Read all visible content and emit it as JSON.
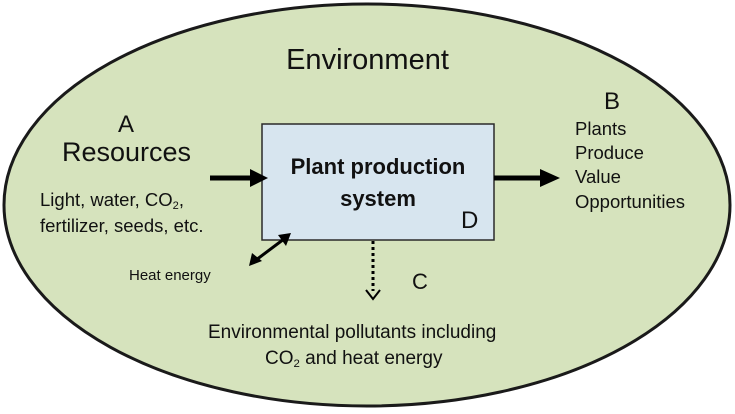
{
  "environment": {
    "title": "Environment"
  },
  "inputs": {
    "label": "A",
    "title": "Resources",
    "detail_line1_before": "Light, water, CO",
    "detail_line1_sub": "2",
    "detail_line1_after": ",",
    "detail_line2": "fertilizer, seeds, etc."
  },
  "system": {
    "title_line1": "Plant production",
    "title_line2": "system",
    "label": "D"
  },
  "outputs": {
    "label": "B",
    "items": [
      "Plants",
      "Produce",
      "Value",
      "Opportunities"
    ]
  },
  "exchange": {
    "heat_label": "Heat energy",
    "pollution_label": "C",
    "pollution_line1": "Environmental pollutants including",
    "pollution_line2_before": "CO",
    "pollution_line2_sub": "2",
    "pollution_line2_after": " and heat energy"
  },
  "colors": {
    "environment_fill": "#d6e3bd",
    "environment_stroke": "#1a1a1a",
    "system_fill": "#d7e5ef",
    "system_stroke": "#2a2a2a",
    "arrow": "#000000"
  }
}
